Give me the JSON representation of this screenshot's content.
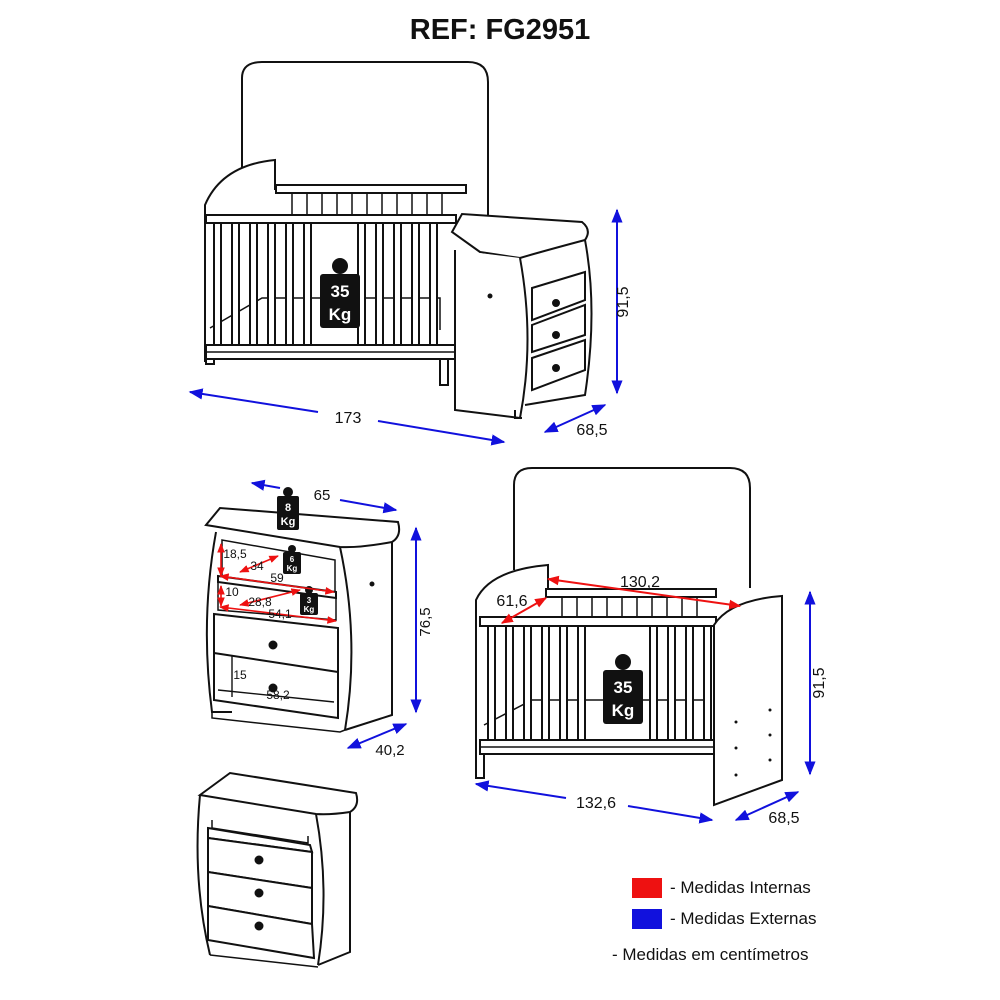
{
  "title": "REF: FG2951",
  "colors": {
    "internal": "#ee1111",
    "external": "#1111dd",
    "ink": "#111111"
  },
  "views": {
    "combo": {
      "weight_top": "35",
      "weight_unit": "Kg",
      "width": "173",
      "depth": "68,5",
      "height": "91,5"
    },
    "dresser": {
      "weight_top_value": "8",
      "weight_top_unit": "Kg",
      "weight_shelf_value": "6",
      "weight_shelf_unit": "Kg",
      "weight_drawer_value": "3",
      "weight_drawer_unit": "Kg",
      "width": "65",
      "height": "76,5",
      "depth": "40,2",
      "niche_height": "18,5",
      "niche_depth": "34",
      "niche_width": "59",
      "drawer_height": "10",
      "drawer_depth": "28,8",
      "drawer_width": "54,1",
      "lower_drawer_height": "15",
      "lower_drawer_width": "58,2"
    },
    "crib": {
      "weight_value": "35",
      "weight_unit": "Kg",
      "inner_length": "130,2",
      "inner_width": "61,6",
      "width": "132,6",
      "depth": "68,5",
      "height": "91,5"
    }
  },
  "legend": {
    "internal_label": "- Medidas Internas",
    "external_label": "- Medidas Externas",
    "note": "- Medidas em centímetros"
  }
}
